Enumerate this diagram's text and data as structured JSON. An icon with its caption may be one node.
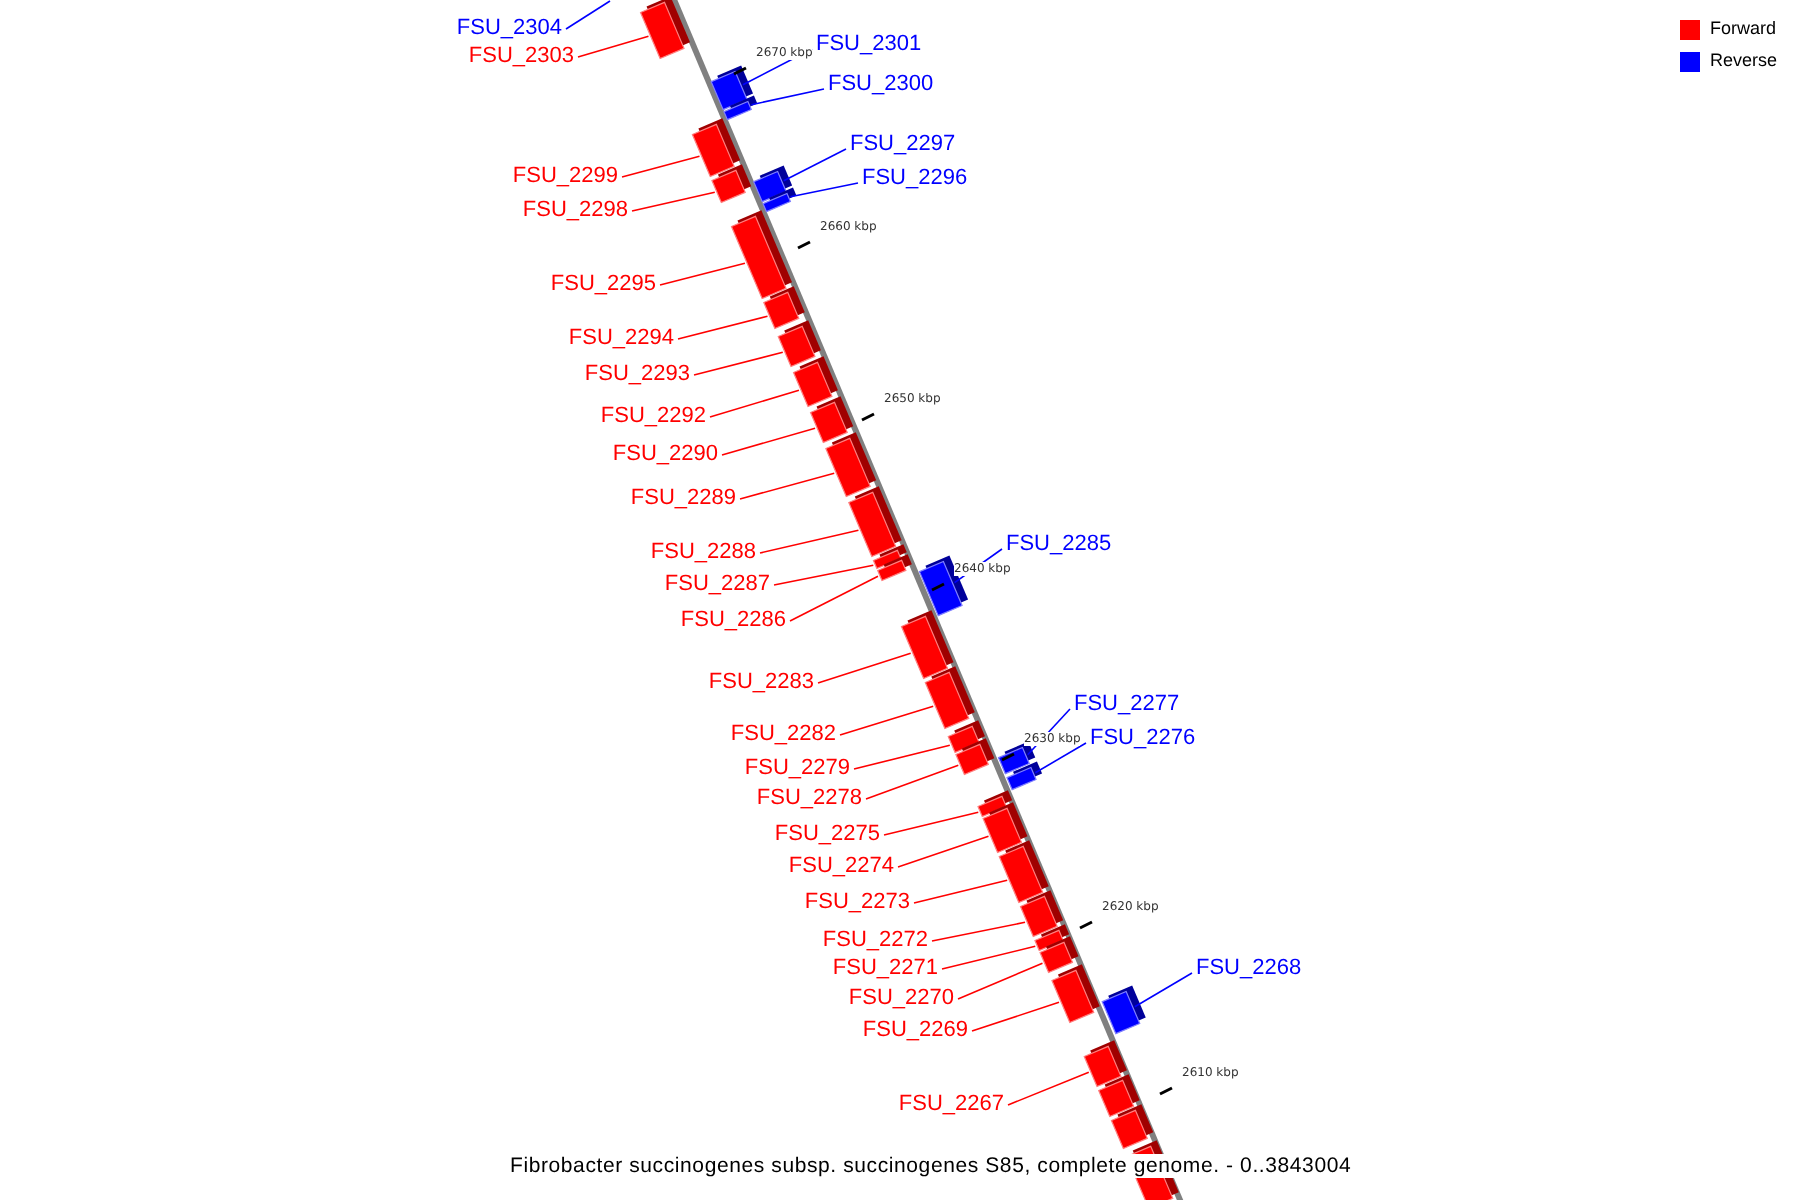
{
  "diagram": {
    "caption": "Fibrobacter succinogenes subsp. succinogenes S85, complete genome. - 0..3843004",
    "nodes": [
      {
        "text": [
          "FSU_2304"
        ]
      },
      {
        "text": [
          "FSU_2303"
        ]
      },
      {
        "text": [],
        "shape": "bar"
      },
      {
        "text": [
          "FSU_2301"
        ]
      },
      {
        "text": [],
        "shape": "bar"
      },
      {
        "text": [
          "FSU_2300"
        ]
      },
      {
        "text": [],
        "shape": "bar"
      },
      {
        "text": [
          "FSU_2299"
        ]
      },
      {
        "text": [],
        "shape": "bar"
      },
      {
        "text": [
          "FSU_2298"
        ]
      },
      {
        "text": [],
        "shape": "bar"
      },
      {
        "text": [
          "FSU_2297"
        ]
      },
      {
        "text": [],
        "shape": "bar"
      },
      {
        "text": [
          "FSU_2296"
        ]
      },
      {
        "text": [],
        "shape": "bar"
      },
      {
        "text": [
          "FSU_2295"
        ]
      },
      {
        "text": [],
        "shape": "bar"
      },
      {
        "text": [
          "FSU_2294"
        ]
      },
      {
        "text": [],
        "shape": "bar"
      },
      {
        "text": [
          "FSU_2293"
        ]
      },
      {
        "text": [],
        "shape": "bar"
      },
      {
        "text": [
          "FSU_2292"
        ]
      },
      {
        "text": [],
        "shape": "bar"
      },
      {
        "text": [
          "FSU_2290"
        ]
      },
      {
        "text": [],
        "shape": "bar"
      },
      {
        "text": [
          "FSU_2289"
        ]
      },
      {
        "text": [],
        "shape": "bar"
      },
      {
        "text": [
          "FSU_2288"
        ]
      },
      {
        "text": [],
        "shape": "bar"
      },
      {
        "text": [
          "FSU_2287"
        ]
      },
      {
        "text": [],
        "shape": "bar"
      },
      {
        "text": [
          "FSU_2286"
        ]
      },
      {
        "text": [],
        "shape": "bar"
      },
      {
        "text": [
          "FSU_2285"
        ]
      },
      {
        "text": [],
        "shape": "bar"
      },
      {
        "text": [
          "FSU_2283"
        ]
      },
      {
        "text": [],
        "shape": "bar"
      },
      {
        "text": [
          "FSU_2282"
        ]
      },
      {
        "text": [],
        "shape": "bar"
      },
      {
        "text": [
          "FSU_2279"
        ]
      },
      {
        "text": [],
        "shape": "bar"
      },
      {
        "text": [
          "FSU_2278"
        ]
      },
      {
        "text": [],
        "shape": "bar"
      },
      {
        "text": [
          "FSU_2277"
        ]
      },
      {
        "text": [],
        "shape": "bar"
      },
      {
        "text": [
          "FSU_2276"
        ]
      },
      {
        "text": [],
        "shape": "bar"
      },
      {
        "text": [
          "FSU_2275"
        ]
      },
      {
        "text": [],
        "shape": "bar"
      },
      {
        "text": [
          "FSU_2274"
        ]
      },
      {
        "text": [],
        "shape": "bar"
      },
      {
        "text": [
          "FSU_2273"
        ]
      },
      {
        "text": [],
        "shape": "bar"
      },
      {
        "text": [
          "FSU_2272"
        ]
      },
      {
        "text": [],
        "shape": "bar"
      },
      {
        "text": [
          "FSU_2271"
        ]
      },
      {
        "text": [],
        "shape": "bar"
      },
      {
        "text": [
          "FSU_2270"
        ]
      },
      {
        "text": [],
        "shape": "bar"
      },
      {
        "text": [
          "FSU_2269"
        ]
      },
      {
        "text": [],
        "shape": "bar"
      },
      {
        "text": [
          "FSU_2268"
        ]
      },
      {
        "text": [],
        "shape": "bar"
      },
      {
        "text": [
          "FSU_2267"
        ]
      },
      {
        "text": [],
        "shape": "bar"
      },
      {
        "text": [],
        "shape": "bar"
      },
      {
        "text": [],
        "shape": "bar"
      },
      {
        "text": [],
        "shape": "bar"
      },
      {
        "text": [],
        "shape": "bar"
      }
    ],
    "edges": [
      {
        "from": 0,
        "to": null,
        "arrow": "none",
        "color": "#0000ff"
      },
      {
        "from": 1,
        "to": 2,
        "arrow": "none"
      },
      {
        "from": 3,
        "to": 4,
        "arrow": "none",
        "color": "#0000ff"
      },
      {
        "from": 5,
        "to": 6,
        "arrow": "none",
        "color": "#0000ff"
      },
      {
        "from": 7,
        "to": 8,
        "arrow": "none"
      },
      {
        "from": 9,
        "to": 10,
        "arrow": "none"
      },
      {
        "from": 11,
        "to": 12,
        "arrow": "none",
        "color": "#0000ff"
      },
      {
        "from": 13,
        "to": 14,
        "arrow": "none",
        "color": "#0000ff"
      },
      {
        "from": 15,
        "to": 16,
        "arrow": "none"
      },
      {
        "from": 17,
        "to": 18,
        "arrow": "none"
      },
      {
        "from": 19,
        "to": 20,
        "arrow": "none"
      },
      {
        "from": 21,
        "to": 22,
        "arrow": "none"
      },
      {
        "from": 23,
        "to": 24,
        "arrow": "none"
      },
      {
        "from": 25,
        "to": 26,
        "arrow": "none"
      },
      {
        "from": 27,
        "to": 28,
        "arrow": "none"
      },
      {
        "from": 29,
        "to": 30,
        "arrow": "none"
      },
      {
        "from": 31,
        "to": 32,
        "arrow": "none"
      },
      {
        "from": 33,
        "to": 34,
        "arrow": "none",
        "color": "#0000ff"
      },
      {
        "from": 35,
        "to": 36,
        "arrow": "none"
      },
      {
        "from": 37,
        "to": 38,
        "arrow": "none"
      },
      {
        "from": 39,
        "to": 40,
        "arrow": "none"
      },
      {
        "from": 41,
        "to": 42,
        "arrow": "none"
      },
      {
        "from": 43,
        "to": 44,
        "arrow": "none",
        "color": "#0000ff"
      },
      {
        "from": 45,
        "to": 46,
        "arrow": "none",
        "color": "#0000ff"
      },
      {
        "from": 47,
        "to": 48,
        "arrow": "none"
      },
      {
        "from": 49,
        "to": 50,
        "arrow": "none"
      },
      {
        "from": 51,
        "to": 52,
        "arrow": "none"
      },
      {
        "from": 53,
        "to": 54,
        "arrow": "none"
      },
      {
        "from": 55,
        "to": 56,
        "arrow": "none"
      },
      {
        "from": 57,
        "to": 58,
        "arrow": "none"
      },
      {
        "from": 59,
        "to": 60,
        "arrow": "none"
      },
      {
        "from": 61,
        "to": 62,
        "arrow": "none",
        "color": "#0000ff"
      },
      {
        "from": 63,
        "to": 64,
        "arrow": "none"
      }
    ],
    "labels": [
      "2670 kbp",
      "2660 kbp",
      "2650 kbp",
      "2640 kbp",
      "2630 kbp",
      "2620 kbp",
      "2610 kbp"
    ],
    "legend": [
      {
        "text": "Forward",
        "color": "#ff0000"
      },
      {
        "text": "Reverse",
        "color": "#0000ff"
      }
    ]
  }
}
